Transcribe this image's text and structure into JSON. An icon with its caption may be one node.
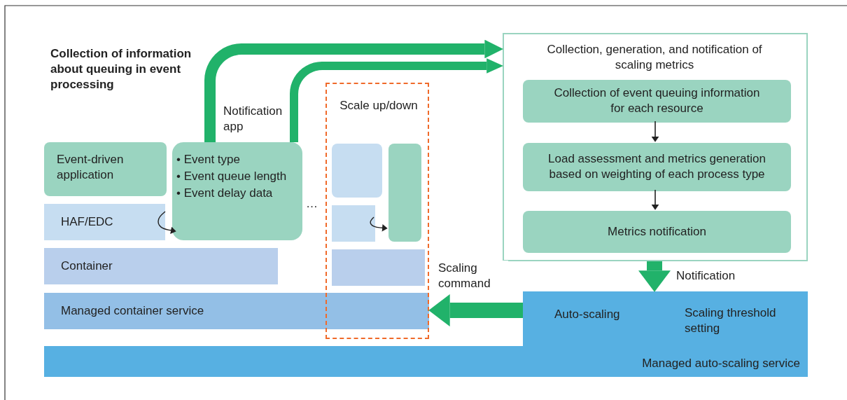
{
  "diagram": {
    "nodes": [
      {
        "text": [
          "Event-driven application"
        ]
      },
      {
        "text": [
          "HAF/EDC"
        ]
      },
      {
        "text": [
          "• Event type",
          "• Event queue length",
          "• Event delay data"
        ],
        "beside": [
          "Notification app"
        ]
      },
      {
        "text": [
          "Container"
        ]
      },
      {
        "text": [
          "Managed container service"
        ]
      },
      {
        "text": [
          "Scale up/down"
        ]
      },
      {
        "text": [],
        "shape": "box",
        "in": 5
      },
      {
        "text": [],
        "shape": "box",
        "in": 5
      },
      {
        "text": [],
        "shape": "box",
        "in": 5
      },
      {
        "text": [],
        "shape": "box",
        "in": 5
      },
      {
        "text": [
          "Collection, generation, and notification of scaling metrics"
        ]
      },
      {
        "text": [
          "Collection of event queuing information for each resource"
        ],
        "in": 10
      },
      {
        "text": [
          "Load assessment and metrics generation based on weighting of each process type"
        ],
        "in": 10
      },
      {
        "text": [
          "Metrics notification"
        ],
        "in": 10
      },
      {
        "text": [
          "Auto-scaling",
          "Scaling threshold setting",
          "Managed auto-scaling service"
        ]
      }
    ],
    "edges": [
      {
        "from": 2,
        "to": 10,
        "arrow": "to",
        "style": "thick",
        "color": "#21b26a"
      },
      {
        "from": 2,
        "to": 10,
        "arrow": "to",
        "style": "thick",
        "color": "#21b26a"
      },
      {
        "from": 11,
        "to": 12,
        "arrow": "to",
        "color": "#222222"
      },
      {
        "from": 12,
        "to": 13,
        "arrow": "to",
        "color": "#222222"
      },
      {
        "from": 10,
        "to": 14,
        "arrow": "to",
        "label": "Notification",
        "style": "thick",
        "color": "#21b26a"
      },
      {
        "from": 14,
        "to": 5,
        "arrow": "to",
        "label": "Scaling command",
        "style": "thick",
        "color": "#21b26a"
      },
      {
        "from": 1,
        "to": 2,
        "arrow": "to",
        "color": "#222222"
      },
      {
        "from": 7,
        "to": 8,
        "arrow": "to",
        "color": "#222222"
      }
    ],
    "labels": [
      "Collection of information about queuing in event processing",
      "…"
    ]
  }
}
